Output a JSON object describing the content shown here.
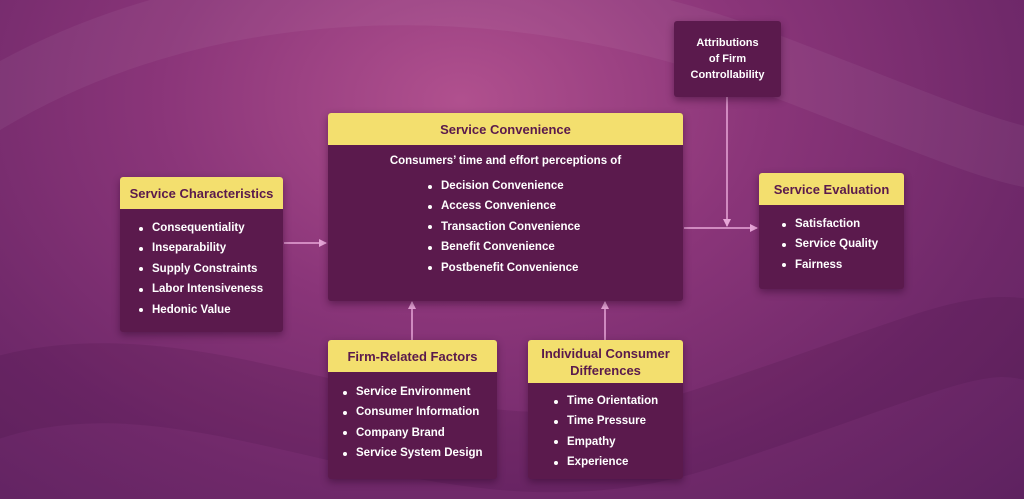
{
  "attributions": {
    "line1": "Attributions",
    "line2": "of Firm",
    "line3": "Controllability"
  },
  "service_convenience": {
    "title": "Service Convenience",
    "intro": "Consumers’ time and effort perceptions of",
    "items": [
      "Decision Convenience",
      "Access Convenience",
      "Transaction Convenience",
      "Benefit Convenience",
      "Postbenefit Convenience"
    ]
  },
  "service_characteristics": {
    "title": "Service Characteristics",
    "items": [
      "Consequentiality",
      "Inseparability",
      "Supply Constraints",
      "Labor Intensiveness",
      "Hedonic Value"
    ]
  },
  "service_evaluation": {
    "title": "Service Evaluation",
    "items": [
      "Satisfaction",
      "Service Quality",
      "Fairness"
    ]
  },
  "firm_related": {
    "title": "Firm-Related Factors",
    "items": [
      "Service Environment",
      "Consumer Information",
      "Company Brand",
      "Service System Design"
    ]
  },
  "individual_consumer": {
    "title_line1": "Individual Consumer",
    "title_line2": "Differences",
    "items": [
      "Time Orientation",
      "Time Pressure",
      "Empathy",
      "Experience"
    ]
  },
  "colors": {
    "header_yellow": "#f3df6e",
    "box_purple": "#5b1a4d",
    "arrow": "#e7a6d8",
    "background": "#8a3579"
  }
}
